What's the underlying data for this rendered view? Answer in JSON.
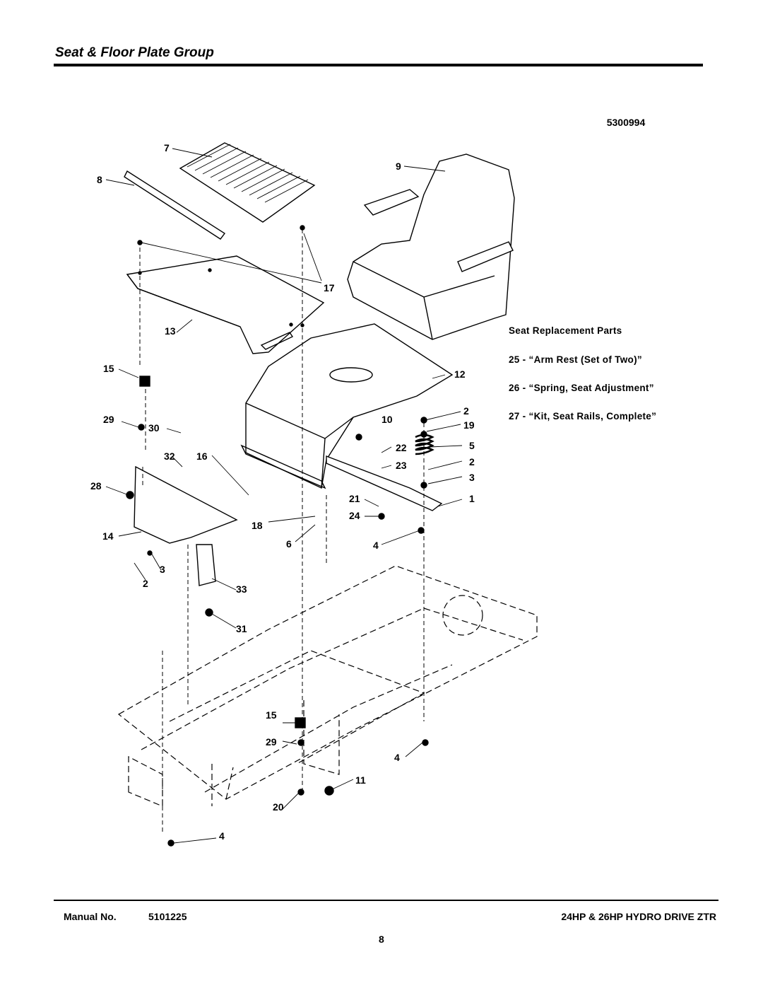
{
  "header": {
    "title": "Seat & Floor Plate Group"
  },
  "diagram": {
    "drawing_number": "5300994",
    "callouts": [
      "7",
      "8",
      "9",
      "17",
      "13",
      "12",
      "15",
      "10",
      "29",
      "30",
      "2",
      "19",
      "32",
      "16",
      "22",
      "5",
      "23",
      "2",
      "3",
      "28",
      "21",
      "1",
      "24",
      "18",
      "14",
      "6",
      "4",
      "3",
      "2",
      "33",
      "31",
      "15",
      "29",
      "4",
      "11",
      "20",
      "4"
    ],
    "seat_replacement": {
      "heading": "Seat Replacement  Parts",
      "items": [
        "25 - “Arm Rest (Set of Two)”",
        "26 - “Spring, Seat Adjustment”",
        "27 - “Kit, Seat Rails, Complete”"
      ]
    }
  },
  "footer": {
    "manual_label": "Manual No.",
    "manual_number": "5101225",
    "model": "24HP & 26HP HYDRO DRIVE ZTR",
    "page": "8"
  }
}
